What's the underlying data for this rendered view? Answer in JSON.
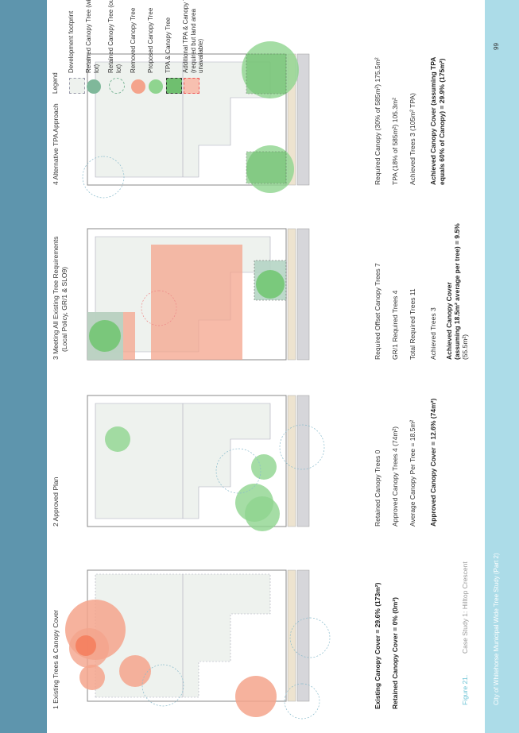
{
  "footer": {
    "title": "City of Whitehorse Municipal Wide Tree Study (Part 2)",
    "page_number": "99",
    "figure_label": "Figure 21.",
    "figure_caption": "Case Study 1: Hilltop Crescent"
  },
  "panels": [
    {
      "heading": "1  Existing Trees & Canopy Cover",
      "stats": [
        {
          "text": "Existing Canopy Cover = 29.6% (173m²)",
          "bold": true
        },
        {
          "text": "Retained Canopy Cover = 0% (0m²)",
          "bold": true
        }
      ]
    },
    {
      "heading": "2  Approved Plan",
      "stats": [
        {
          "text": "Retained Canopy Trees    0",
          "bold": false
        },
        {
          "text": "Approved Canopy Trees    4 (74m²)",
          "bold": false
        },
        {
          "text": "Average Canopy Per Tree  =  18.5m²",
          "bold": false
        },
        {
          "text": "Approved Canopy Cover = 12.6% (74m²)",
          "bold": true
        }
      ]
    },
    {
      "heading": "3  Meeting All Existing Tree Requirements",
      "heading2": "(Local Policy, GR/1 & SLO9)",
      "stats": [
        {
          "text": "Required Offset Canopy Trees    7",
          "bold": false
        },
        {
          "text": "GR/1 Required Trees    4",
          "bold": false
        },
        {
          "text": "Total Required Trees    11",
          "bold": false
        },
        {
          "text": "Achieved Trees    3",
          "bold": false
        },
        {
          "text": "Achieved Canopy Cover",
          "bold": true
        },
        {
          "text": "(assuming 18.5m² average per tree) = 9.5%",
          "bold": true
        },
        {
          "text": "(55.5m²)",
          "bold": false
        }
      ]
    },
    {
      "heading": "4  Alternative TPA Approach",
      "stats": [
        {
          "text": "Required Canopy (30% of 585m²)    175.5m²",
          "bold": false
        },
        {
          "text": "TPA (18% of 585m²)    105.3m²",
          "bold": false
        },
        {
          "text": "Achieved Trees    3 (105m² TPA)",
          "bold": false
        },
        {
          "text": "Achieved Canopy Cover (assuming TPA",
          "bold": true
        },
        {
          "text": "equals 60% of Canopy) = 29.9% (175m²)",
          "bold": true
        }
      ]
    }
  ],
  "legend": {
    "title": "Legend",
    "items": [
      {
        "label": "Development footprint",
        "icon": "footprint-swatch"
      },
      {
        "label": "Retained Canopy Tree (within lot)",
        "icon": "retained-tree-swatch"
      },
      {
        "label": "Retained Canopy Tree (outside lot)",
        "icon": "retained-outside-swatch"
      },
      {
        "label": "Removed Canopy Tree",
        "icon": "removed-tree-swatch"
      },
      {
        "label": "Proposed Canopy Tree",
        "icon": "proposed-tree-swatch"
      },
      {
        "label": "TPA & Canopy Tree",
        "icon": "tpa-swatch"
      },
      {
        "label": "Additional TPA & Canopy Tree (required but land area unavailable)",
        "icon": "additional-tpa-swatch"
      }
    ]
  },
  "colors": {
    "sidebar": "#5e95ad",
    "page_band": "#acdce8",
    "removed": "#f4a48c",
    "proposed": "#8fd48f",
    "retained": "#7fb89a",
    "footprint": "#eef2ee",
    "figure_label": "#6cc3d5"
  }
}
